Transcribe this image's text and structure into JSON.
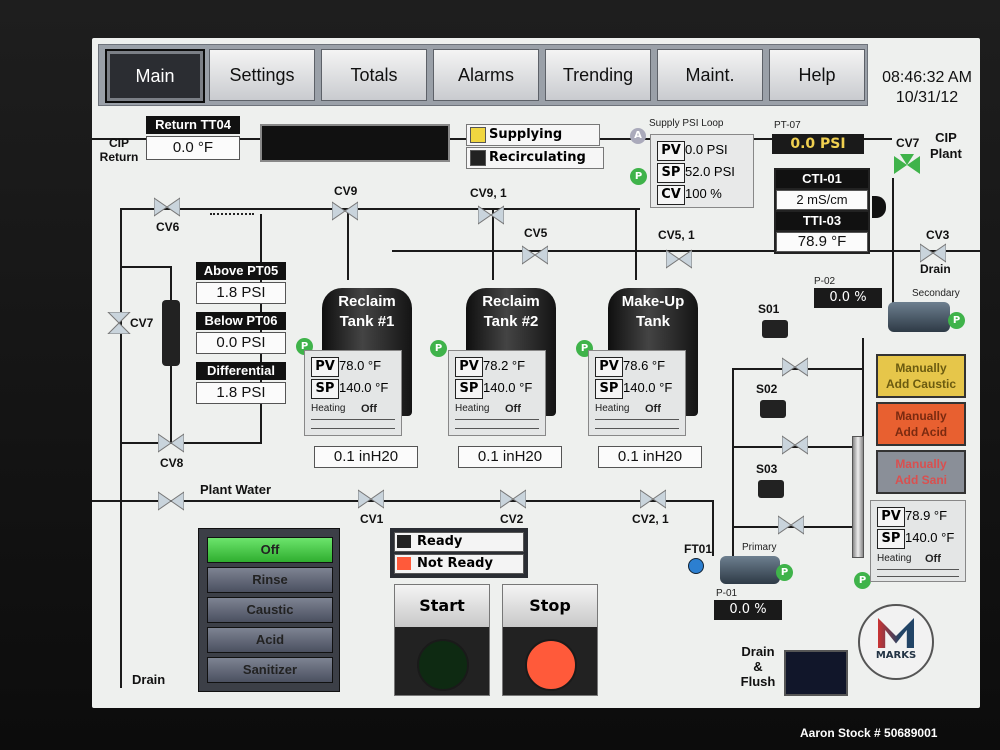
{
  "nav": {
    "tabs": [
      "Main",
      "Settings",
      "Totals",
      "Alarms",
      "Trending",
      "Maint.",
      "Help"
    ],
    "time": "08:46:32 AM",
    "date": "10/31/12"
  },
  "return_tt04": {
    "title": "Return TT04",
    "value": "0.0 °F"
  },
  "cip_return": {
    "label": "CIP\nReturn"
  },
  "status": {
    "supplying": "Supplying",
    "recirculating": "Recirculating"
  },
  "supply_psi": {
    "title": "Supply PSI Loop",
    "pv_label": "PV",
    "pv": "0.0 PSI",
    "sp_label": "SP",
    "sp": "52.0 PSI",
    "cv_label": "CV",
    "cv": "100 %",
    "a_badge": "A",
    "p_badge": "P"
  },
  "pt07": {
    "title": "PT-07",
    "value": "0.0 PSI"
  },
  "cv7_top": {
    "label": "CV7"
  },
  "cip_plant": {
    "label": "CIP\nPlant"
  },
  "cti": {
    "title": "CTI-01",
    "value": "2 mS/cm"
  },
  "tti": {
    "title": "TTI-03",
    "value": "78.9 °F"
  },
  "cv3": {
    "label": "CV3",
    "drain": "Drain"
  },
  "p02": {
    "title": "P-02",
    "value": "0.0 %",
    "secondary": "Secondary"
  },
  "valves": {
    "cv6": "CV6",
    "cv9": "CV9",
    "cv91": "CV9, 1",
    "cv5": "CV5",
    "cv51": "CV5, 1",
    "cv7": "CV7",
    "cv8": "CV8",
    "cv1": "CV1",
    "cv2": "CV2",
    "cv21": "CV2, 1"
  },
  "pressures": {
    "above": {
      "title": "Above PT05",
      "value": "1.8 PSI"
    },
    "below": {
      "title": "Below PT06",
      "value": "0.0 PSI"
    },
    "diff": {
      "title": "Differential",
      "value": "1.8 PSI"
    }
  },
  "tanks": [
    {
      "name": "Reclaim\nTank #1",
      "pv": "78.0 °F",
      "sp": "140.0 °F",
      "heating": "Heating",
      "state": "Off",
      "level": "0.1 inH20"
    },
    {
      "name": "Reclaim\nTank #2",
      "pv": "78.2 °F",
      "sp": "140.0 °F",
      "heating": "Heating",
      "state": "Off",
      "level": "0.1 inH20"
    },
    {
      "name": "Make-Up\nTank",
      "pv": "78.6 °F",
      "sp": "140.0 °F",
      "heating": "Heating",
      "state": "Off",
      "level": "0.1 inH20"
    }
  ],
  "labels": {
    "pv": "PV",
    "sp": "SP",
    "p": "P"
  },
  "plant_water": "Plant Water",
  "drain_left": "Drain",
  "modes": [
    "Off",
    "Rinse",
    "Caustic",
    "Acid",
    "Sanitizer"
  ],
  "ready": {
    "ready": "Ready",
    "not_ready": "Not Ready"
  },
  "start": "Start",
  "stop": "Stop",
  "s_valves": [
    "S01",
    "S02",
    "S03"
  ],
  "ft01": "FT01",
  "primary": "Primary",
  "p01": {
    "title": "P-01",
    "value": "0.0 %"
  },
  "manual": {
    "caustic": "Manually\nAdd Caustic",
    "acid": "Manually\nAdd Acid",
    "sani": "Manually\nAdd Sani"
  },
  "heater": {
    "pv": "78.9 °F",
    "sp": "140.0 °F",
    "heating": "Heating",
    "state": "Off"
  },
  "drain_flush": "Drain\n&\nFlush",
  "logo": {
    "name": "MARKS"
  },
  "watermark": "Aaron Stock # 50689001",
  "colors": {
    "active_green": "#3fb34a",
    "stop_red": "#ff5a3a",
    "caustic": "#e6c64a",
    "acid": "#e86030",
    "sani": "#d95050",
    "pt07_bg": "#e8c84a"
  }
}
